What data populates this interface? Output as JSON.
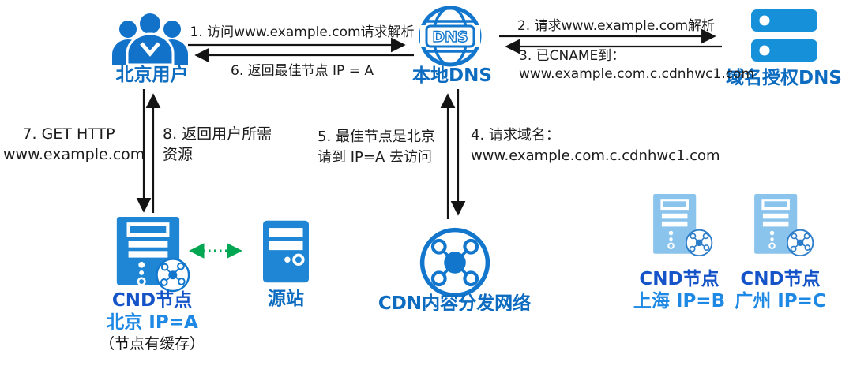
{
  "colors": {
    "primary_blue": "#1277cc",
    "icon_blue": "#1e86d4",
    "rack_blue": "#1690d9",
    "light_node_blue": "#8ac4ec",
    "label_blue": "#0d6cc0",
    "cnd_label_blue": "#1453c8",
    "ip_label_blue": "#1e88e5",
    "arrow_black": "#141414",
    "cache_sync_green": "#00a651"
  },
  "nodes": {
    "beijing_user": {
      "label": "北京用户"
    },
    "local_dns": {
      "label": "本地DNS",
      "icon_text": "DNS"
    },
    "auth_dns": {
      "label": "域名授权DNS"
    },
    "cnd_beijing": {
      "line1": "CND节点",
      "line2": "北京 IP=A",
      "line3": "（节点有缓存）"
    },
    "origin": {
      "label": "源站"
    },
    "cdn_network": {
      "label": "CDN内容分发网络"
    },
    "cnd_shanghai": {
      "line1": "CND节点",
      "line2": "上海 IP=B"
    },
    "cnd_guangzhou": {
      "line1": "CND节点",
      "line2": "广州 IP=C"
    }
  },
  "steps": {
    "s1": "1. 访问www.example.com请求解析",
    "s2": "2. 请求www.example.com解析",
    "s3_line1": "3. 已CNAME到：",
    "s3_line2": "www.example.com.c.cdnhwc1.com",
    "s4_line1": "4. 请求域名：",
    "s4_line2": "www.example.com.c.cdnhwc1.com",
    "s5_line1": "5. 最佳节点是北京",
    "s5_line2": "请到 IP=A 去访问",
    "s6": "6. 返回最佳节点 IP = A",
    "s7_line1": "7. GET HTTP",
    "s7_line2": "www.example.com",
    "s8_line1": "8. 返回用户所需",
    "s8_line2": "资源"
  }
}
